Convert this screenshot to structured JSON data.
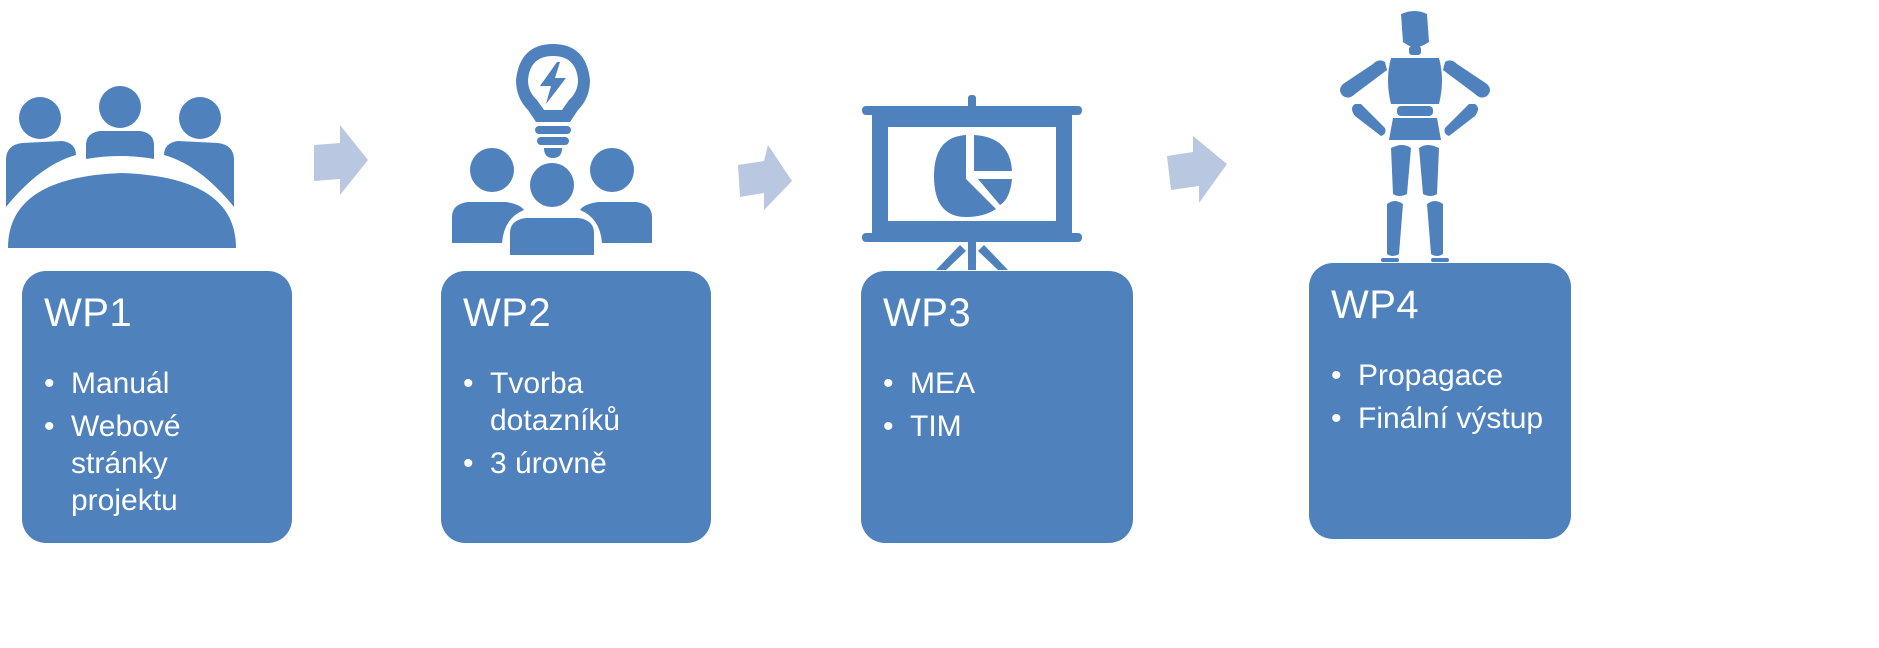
{
  "colors": {
    "primary": "#4f81bd",
    "arrow": "#b9c8e0",
    "text": "#ffffff"
  },
  "steps": [
    {
      "title": "WP1",
      "icon": "meeting-table-icon",
      "items": [
        [
          "Manuál"
        ],
        [
          "Webové",
          "stránky",
          "projektu"
        ]
      ]
    },
    {
      "title": "WP2",
      "icon": "team-idea-icon",
      "items": [
        [
          "Tvorba",
          "dotazníků"
        ],
        [
          "3 úrovně"
        ]
      ]
    },
    {
      "title": "WP3",
      "icon": "presentation-pie-chart-icon",
      "items": [
        [
          "MEA"
        ],
        [
          "TIM"
        ]
      ]
    },
    {
      "title": "WP4",
      "icon": "standing-mannequin-icon",
      "items": [
        [
          "Propagace"
        ],
        [
          "Finální výstup"
        ]
      ]
    }
  ]
}
